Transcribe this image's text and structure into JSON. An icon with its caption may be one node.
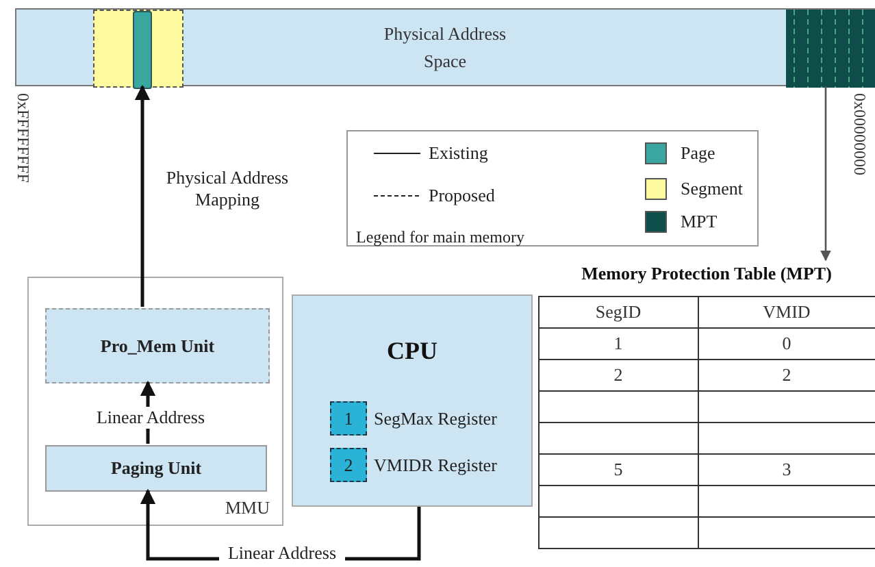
{
  "diagram": {
    "nodes": [
      {
        "text": [
          "Physical Address Space"
        ]
      },
      {
        "text": [],
        "shape": "box",
        "in": 0
      },
      {
        "text": [],
        "shape": "bar",
        "in": 1
      },
      {
        "text": [],
        "shape": "box",
        "in": 0
      },
      {
        "text": [
          "MMU"
        ]
      },
      {
        "text": [
          "Pro_Mem Unit"
        ],
        "in": 4
      },
      {
        "text": [
          "Paging Unit"
        ],
        "in": 4
      },
      {
        "text": [
          "CPU"
        ]
      },
      {
        "text": [
          "1"
        ],
        "beside": [
          "SegMax Register"
        ],
        "in": 7
      },
      {
        "text": [
          "2"
        ],
        "beside": [
          "VMIDR Register"
        ],
        "in": 7
      },
      {
        "text": [
          "Memory Protection Table (MPT)"
        ]
      }
    ],
    "edges": [
      {
        "from": 5,
        "to": 2,
        "arrow": "to",
        "label": "Physical Address Mapping"
      },
      {
        "from": 6,
        "to": 5,
        "arrow": "to",
        "label": "Linear Address"
      },
      {
        "from": 7,
        "to": 6,
        "arrow": "to",
        "label": "Linear Address"
      },
      {
        "from": 3,
        "to": 10,
        "arrow": "to",
        "color": "#555555"
      }
    ],
    "labels": [
      "0xFFFFFFFF",
      "0x00000000",
      "Legend for main memory",
      "SegID",
      "VMID",
      "1",
      "0",
      "2",
      "2",
      "5",
      "3"
    ],
    "legend": [
      {
        "text": "Existing"
      },
      {
        "text": "Proposed"
      },
      {
        "text": "Page",
        "color": "#3aa6a0"
      },
      {
        "text": "Segment",
        "color": "#fdfaa0"
      },
      {
        "text": "MPT",
        "color": "#0e4d4a"
      }
    ]
  }
}
